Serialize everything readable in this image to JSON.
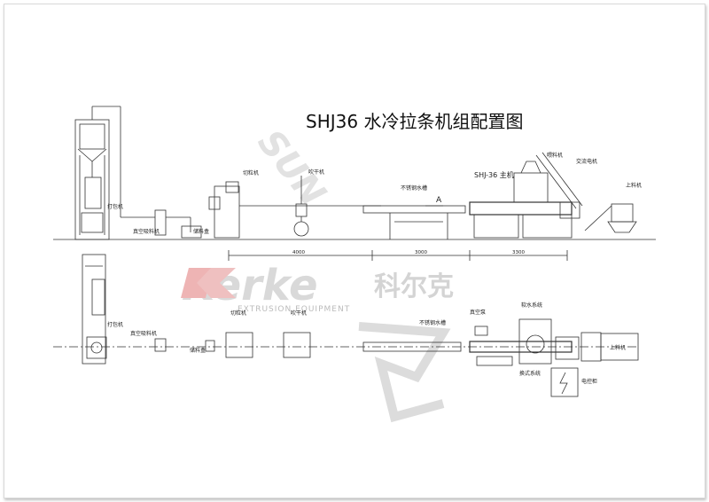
{
  "title": "SHJ36 水冷拉条机组配置图",
  "watermark": {
    "brand": "Kerke",
    "brand_cn": "科尔克",
    "sub": "EXTRUSION EQUIPMENT",
    "diag": "SUN"
  },
  "elevation_labels": {
    "packer": "打包机",
    "vacuum_loader": "真空吸料机",
    "hopper": "储料盒",
    "cutter": "切粒机",
    "dryer": "吹干机",
    "water_tank": "不锈钢水槽",
    "main_machine": "SHJ-36 主机",
    "feeder": "喂料机",
    "ac_motor": "交流电机",
    "loader": "上料机",
    "arrow_a": "A"
  },
  "dimensions": {
    "d1": "4000",
    "d2": "3000",
    "d3": "3300"
  },
  "plan_labels": {
    "packer": "打包机",
    "vacuum_loader": "真空吸料机",
    "hopper": "储料盒",
    "cutter": "切粒机",
    "dryer": "吹干机",
    "water_tank": "不锈钢水槽",
    "vacuum_pump": "真空泵",
    "softwater": "软水系统",
    "heating": "换式系统",
    "loader": "上料机",
    "control_cabinet": "电控柜"
  },
  "colors": {
    "line": "#333333",
    "watermark_red": "#e9a0a0",
    "watermark_grey": "#d6d6d6"
  }
}
